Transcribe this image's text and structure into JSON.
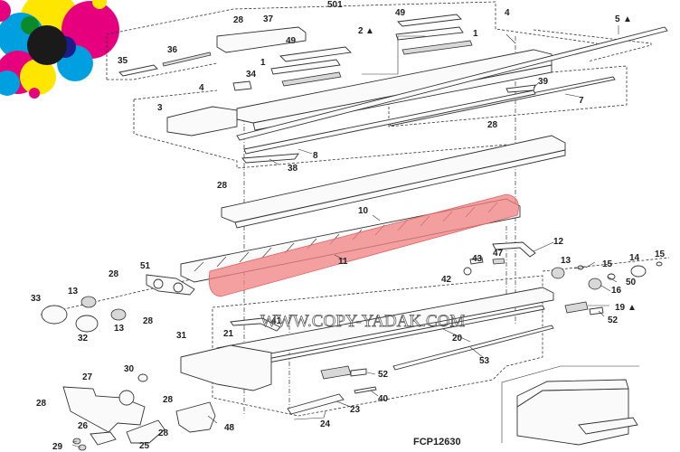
{
  "diagram": {
    "figure_code": "FCP12630",
    "watermark": "WWW.COPY-YADAK.COM",
    "highlight_color": "#f08080",
    "triangle_symbol": "▲",
    "logo_colors": [
      "#e6007e",
      "#00a0e0",
      "#ffe600",
      "#1a1a1a",
      "#1d1d8a"
    ],
    "callouts": {
      "c501": "501",
      "c28a": "28",
      "c37": "37",
      "c49a": "49",
      "c49b": "49",
      "c2": "2",
      "c4a": "4",
      "c5": "5",
      "c1a": "1",
      "c1b": "1",
      "c35": "35",
      "c36": "36",
      "c34": "34",
      "c4b": "4",
      "c3": "3",
      "c39": "39",
      "c7": "7",
      "c28b": "28",
      "c8": "8",
      "c38": "38",
      "c28c": "28",
      "c10": "10",
      "c11": "11",
      "c12": "12",
      "c43": "43",
      "c47": "47",
      "c42": "42",
      "c13a": "13",
      "c15a": "15",
      "c14": "14",
      "c15b": "15",
      "c50": "50",
      "c16": "16",
      "c19": "19",
      "c52a": "52",
      "c51": "51",
      "c28d": "28",
      "c33": "33",
      "c13b": "13",
      "c13c": "13",
      "c28e": "28",
      "c32": "32",
      "c41": "41",
      "c21": "21",
      "c31": "31",
      "c20": "20",
      "c53": "53",
      "c30": "30",
      "c27": "27",
      "c52b": "52",
      "c40": "40",
      "c28f": "28",
      "c28g": "28",
      "c48": "48",
      "c23": "23",
      "c24": "24",
      "c26": "26",
      "c28h": "28",
      "c25": "25",
      "c29": "29"
    }
  }
}
